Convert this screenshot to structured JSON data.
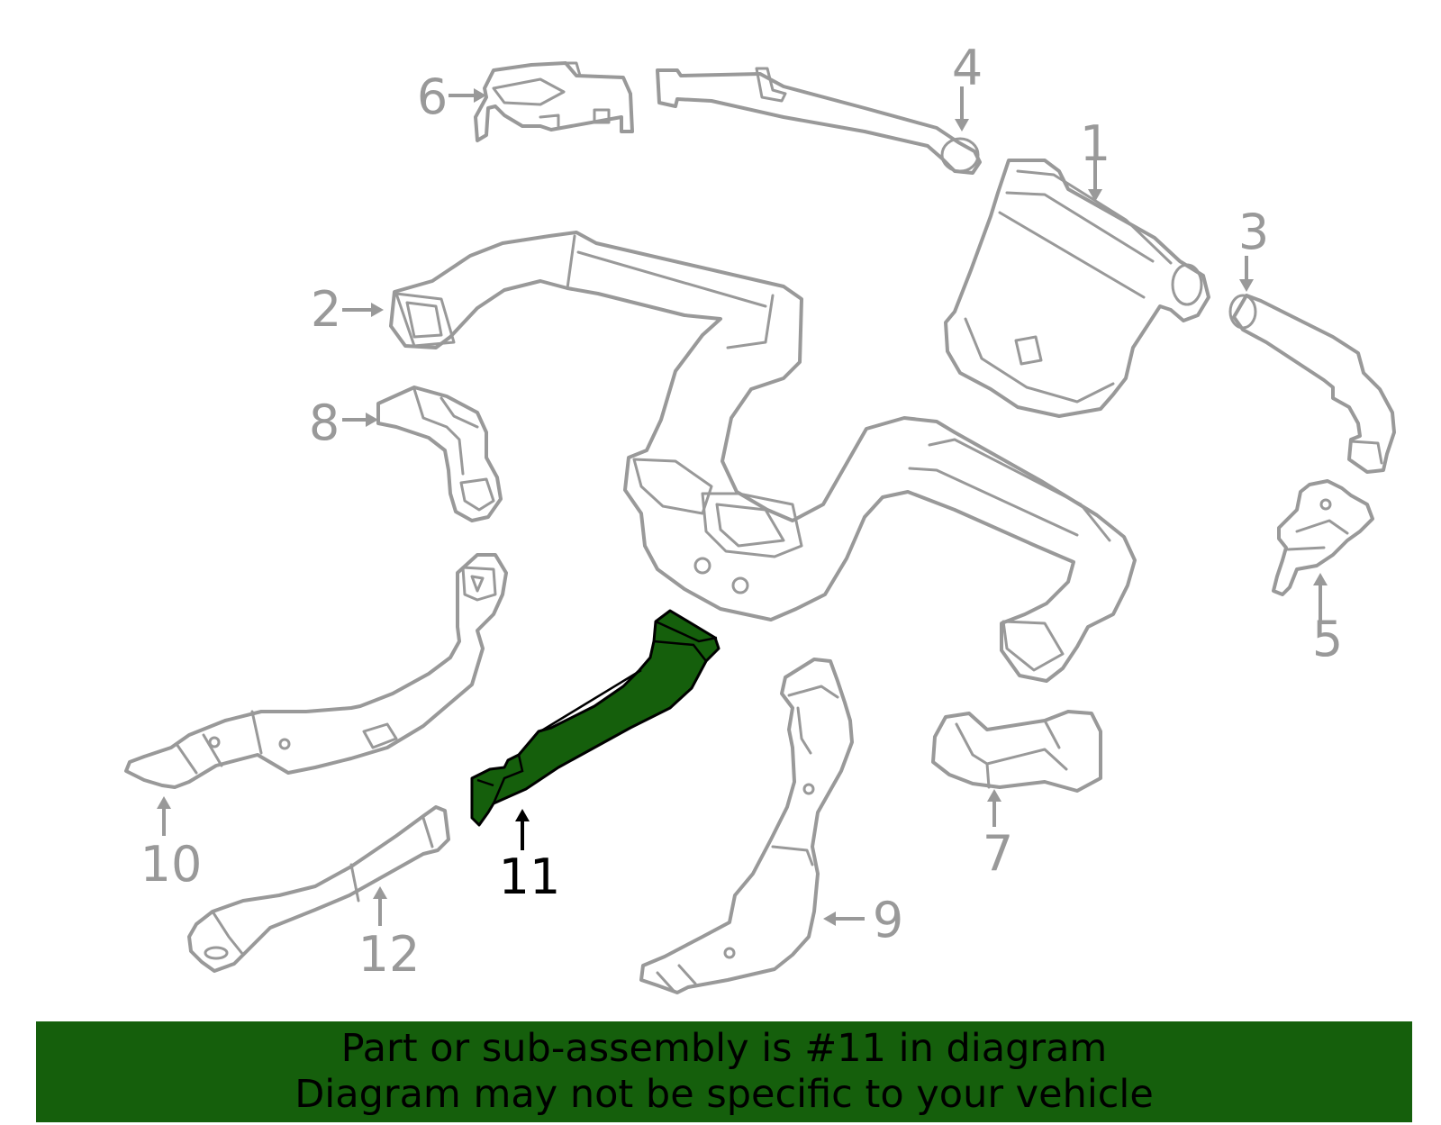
{
  "diagram": {
    "callouts": [
      {
        "id": "1",
        "label": "1"
      },
      {
        "id": "2",
        "label": "2"
      },
      {
        "id": "3",
        "label": "3"
      },
      {
        "id": "4",
        "label": "4"
      },
      {
        "id": "5",
        "label": "5"
      },
      {
        "id": "6",
        "label": "6"
      },
      {
        "id": "7",
        "label": "7"
      },
      {
        "id": "8",
        "label": "8"
      },
      {
        "id": "9",
        "label": "9"
      },
      {
        "id": "10",
        "label": "10"
      },
      {
        "id": "11",
        "label": "11"
      },
      {
        "id": "12",
        "label": "12"
      }
    ],
    "highlighted_part": "11",
    "colors": {
      "highlight": "#155f0c",
      "outline": "#999999",
      "banner": "#155f0c"
    }
  },
  "banner": {
    "line1": "Part or sub-assembly is #11 in diagram",
    "line2": "Diagram may not be specific to your vehicle"
  }
}
